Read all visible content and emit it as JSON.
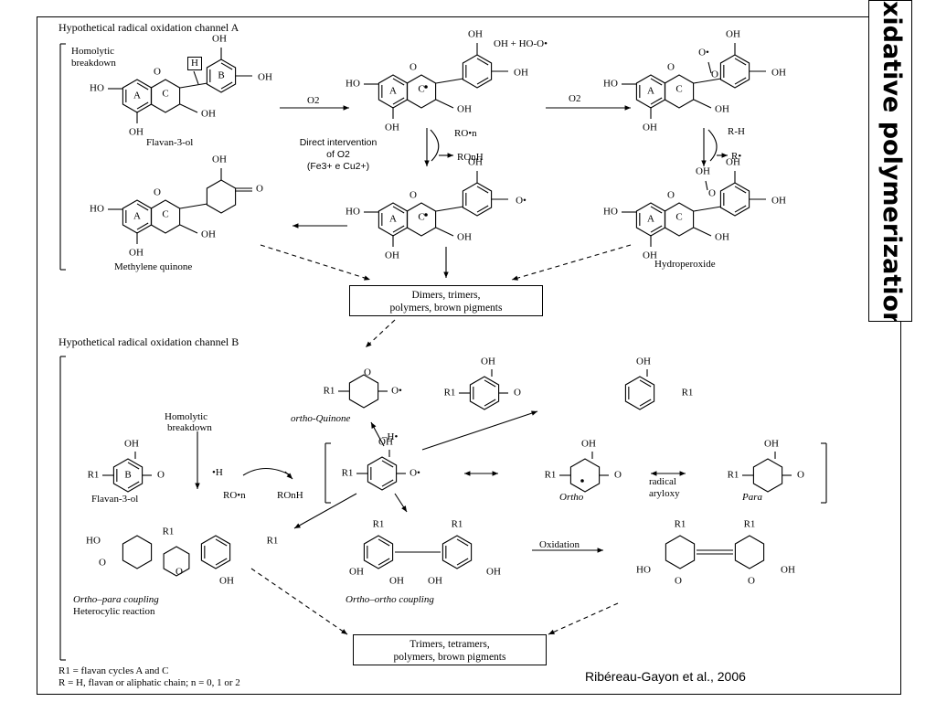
{
  "side_title": "xidative polymerization",
  "citation": "Ribéreau-Gayon et al., 2006",
  "channel_a": {
    "title": "Hypothetical radical oxidation channel A",
    "homolytic_line1": "Homolytic",
    "homolytic_line2": "breakdown",
    "h_box": "H",
    "flavan": "Flavan-3-ol",
    "radical_top": "OH + HO-O•",
    "o2_left": "O2",
    "o2_right": "O2",
    "ro_n": "RO•n",
    "ron_h": "ROnH",
    "direct_line1": "Direct intervention",
    "direct_line2": "of O2",
    "direct_line3": "(Fe3+ e Cu2+)",
    "rh": "R-H",
    "r_radical": "R•",
    "methylene_quinone": "Methylene quinone",
    "hydroperoxide": "Hydroperoxide",
    "products_line1": "Dimers, trimers,",
    "products_line2": "polymers, brown pigments"
  },
  "channel_b": {
    "title": "Hypothetical radical oxidation channel B",
    "homolytic_line1": "Homolytic",
    "homolytic_line2": "breakdown",
    "flavan": "Flavan-3-ol",
    "h_radical": "•H",
    "ro_n": "RO•n",
    "ron_h": "ROnH",
    "ortho_quinone": "ortho-Quinone",
    "minus_h": "–H•",
    "ortho": "Ortho",
    "para": "Para",
    "radical_aryloxy_line1": "radical",
    "radical_aryloxy_line2": "aryloxy",
    "oxidation": "Oxidation",
    "ortho_para_line1": "Ortho–para coupling",
    "ortho_para_line2": "Heterocylic reaction",
    "ortho_ortho": "Ortho–ortho coupling",
    "products_line1": "Trimers, tetramers,",
    "products_line2": "polymers, brown pigments"
  },
  "footnote": {
    "line1": "R1 = flavan cycles A and C",
    "line2": "R = H, flavan or aliphatic chain; n = 0, 1 or 2"
  },
  "atoms": {
    "oh": "OH",
    "ho": "HO",
    "o": "O",
    "o_rad": "O•",
    "r1": "R1",
    "ring_a": "A",
    "ring_b": "B",
    "ring_c": "C"
  }
}
